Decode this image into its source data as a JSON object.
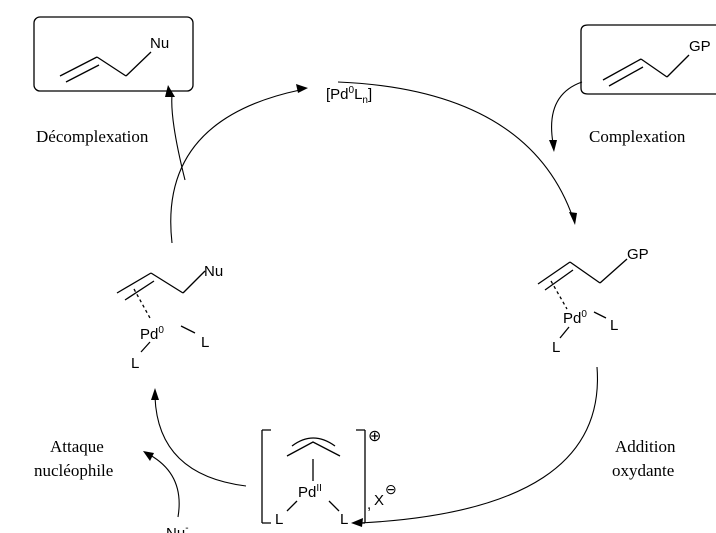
{
  "catalyst": {
    "prefix": "[Pd",
    "sup": "0",
    "L": "L",
    "sub": "n",
    "suffix": "]"
  },
  "steps": {
    "decomplexation": "Décomplexation",
    "complexation": "Complexation",
    "addition_line1": "Addition",
    "addition_line2": "oxydante",
    "attack_line1": "Attaque",
    "attack_line2": "nucléophile"
  },
  "product": {
    "group": "Nu"
  },
  "substrate": {
    "group": "GP"
  },
  "complex_right": {
    "group": "GP",
    "metal": "Pd",
    "ox": "0",
    "ligand_a": "L",
    "ligand_b": "L"
  },
  "complex_left": {
    "group": "Nu",
    "metal": "Pd",
    "ox": "0",
    "ligand_a": "L",
    "ligand_b": "L"
  },
  "allyl_complex": {
    "metal": "Pd",
    "ox": "II",
    "ligand_a": "L",
    "ligand_b": "L",
    "charge": "⊕",
    "counterion": "X",
    "counter_charge": "⊖",
    "separator": ","
  },
  "nucleophile": {
    "label": "Nu",
    "charge": "-"
  }
}
